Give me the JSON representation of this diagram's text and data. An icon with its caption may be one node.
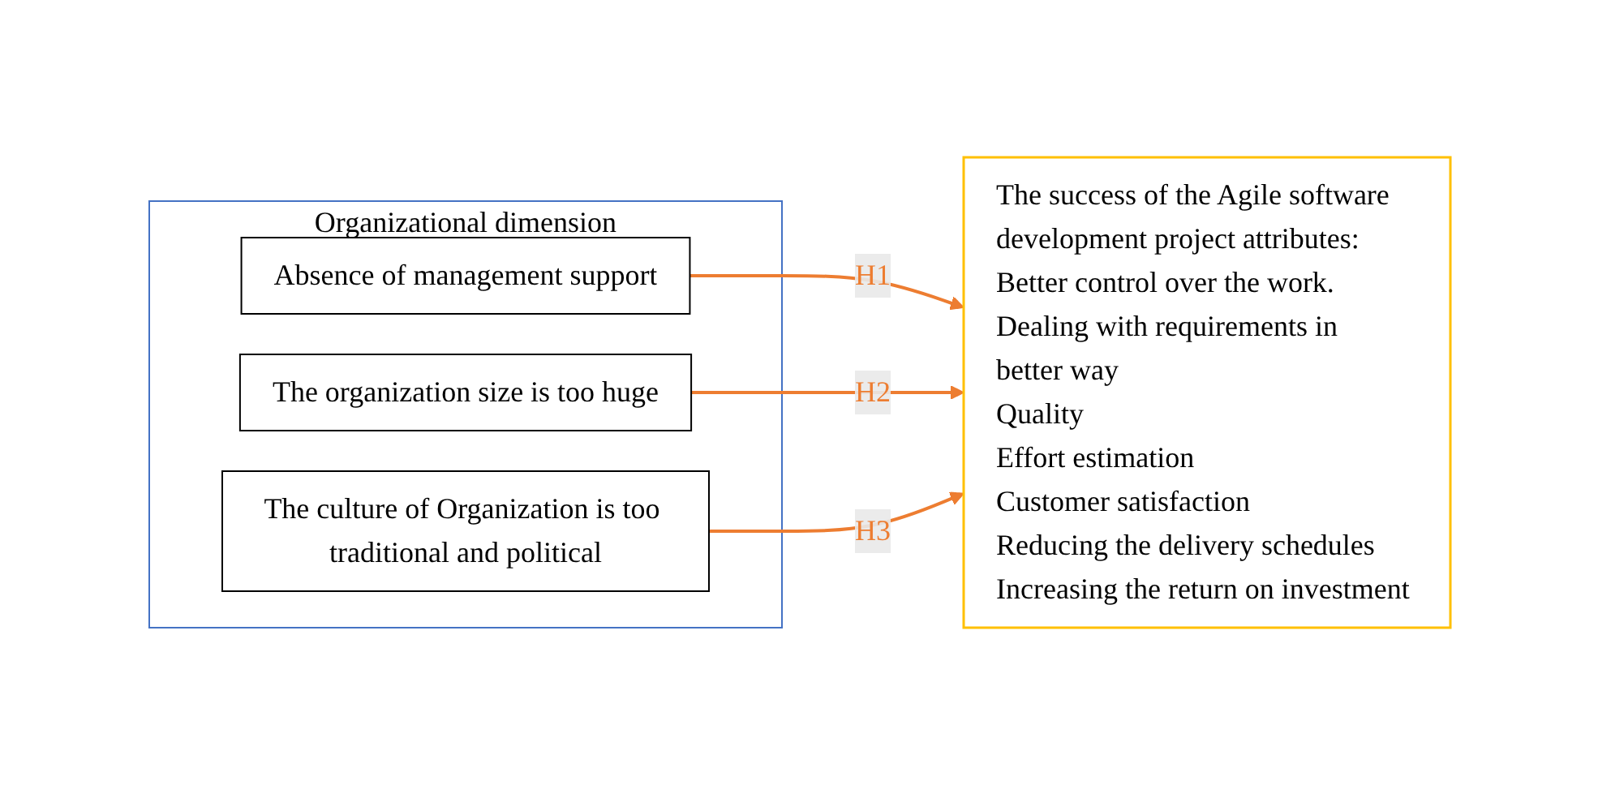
{
  "diagram": {
    "nodes": [
      {
        "text": [
          "Organizational dimension"
        ]
      },
      {
        "text": [
          "Absence of management support"
        ],
        "in": 0
      },
      {
        "text": [
          "The organization size is too huge"
        ],
        "in": 0
      },
      {
        "text": [
          "The culture of Organization is too traditional and political"
        ],
        "in": 0
      },
      {
        "text": [
          "The success of the Agile software development project attributes:",
          "Better control over the work.",
          "Dealing with requirements in better way",
          "Quality",
          "Effort estimation",
          "Customer satisfaction",
          "Reducing the delivery schedules",
          "Increasing the return on investment"
        ]
      }
    ],
    "edges": [
      {
        "from": 1,
        "to": 4,
        "arrow": "to",
        "label": "H1"
      },
      {
        "from": 2,
        "to": 4,
        "arrow": "to",
        "label": "H2"
      },
      {
        "from": 3,
        "to": 4,
        "arrow": "to",
        "label": "H3"
      }
    ]
  }
}
